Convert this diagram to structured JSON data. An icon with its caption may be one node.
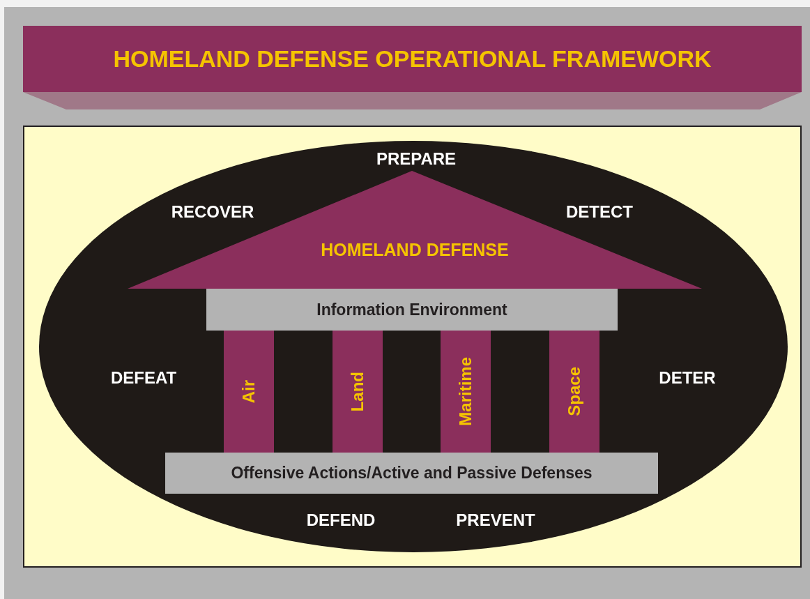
{
  "diagram": {
    "title": "HOMELAND DEFENSE OPERATIONAL FRAMEWORK",
    "nodes": [
      {
        "text": [],
        "shape": "ellipse"
      },
      {
        "text": [
          "HOMELAND DEFENSE"
        ],
        "in": 0
      },
      {
        "text": [
          "Information Environment"
        ],
        "in": 0
      },
      {
        "text": [
          "Air"
        ],
        "in": 0
      },
      {
        "text": [
          "Land"
        ],
        "in": 0
      },
      {
        "text": [
          "Maritime"
        ],
        "in": 0
      },
      {
        "text": [
          "Space"
        ],
        "in": 0
      },
      {
        "text": [
          "Offensive Actions/Active and Passive Defenses"
        ],
        "in": 0
      }
    ],
    "labels": [
      "PREPARE",
      "RECOVER",
      "DETECT",
      "DEFEAT",
      "DETER",
      "DEFEND",
      "PREVENT"
    ]
  }
}
